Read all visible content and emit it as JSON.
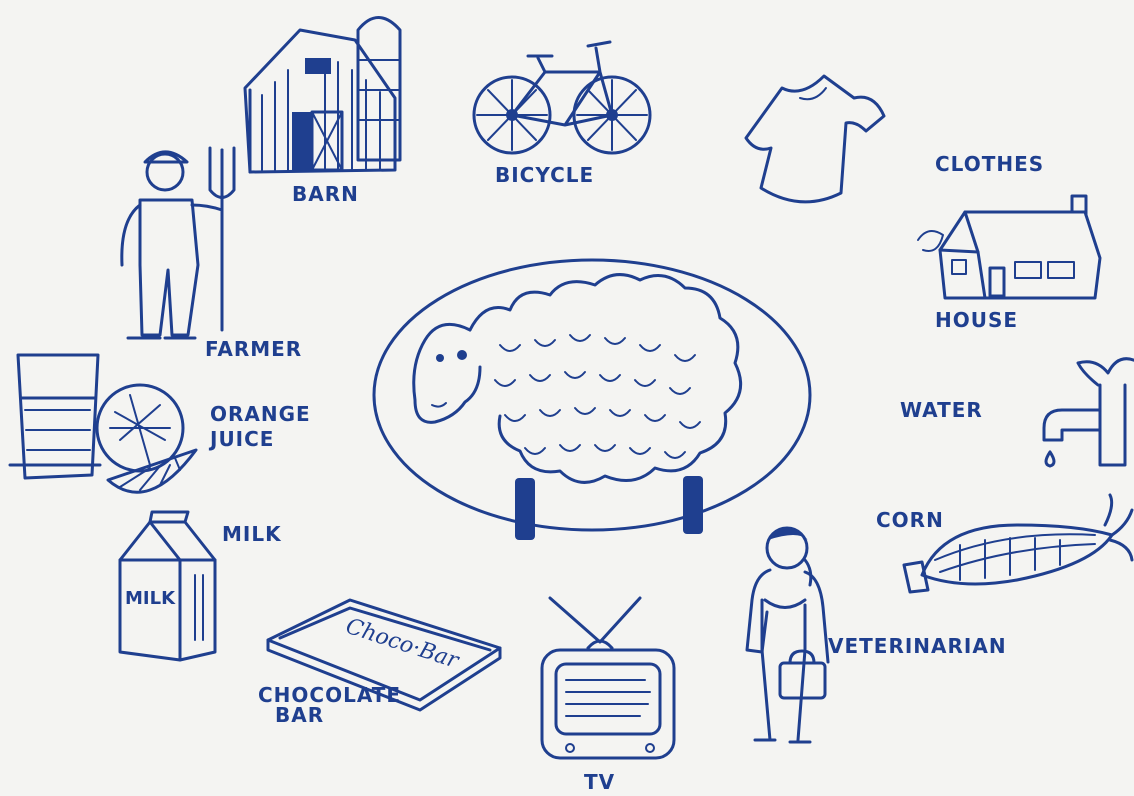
{
  "center": {
    "icon": "sheep-icon"
  },
  "items": {
    "barn": {
      "label": "BARN",
      "icon": "barn-icon"
    },
    "bicycle": {
      "label": "BICYCLE",
      "icon": "bicycle-icon"
    },
    "clothes": {
      "label": "CLOTHES",
      "icon": "tshirt-icon"
    },
    "house": {
      "label": "HOUSE",
      "icon": "house-icon"
    },
    "water": {
      "label": "WATER",
      "icon": "faucet-icon"
    },
    "corn": {
      "label": "CORN",
      "icon": "corn-icon"
    },
    "veterinarian": {
      "label": "VETERINARIAN",
      "icon": "veterinarian-icon"
    },
    "tv": {
      "label": "TV",
      "icon": "tv-icon"
    },
    "chocolate_bar": {
      "label_line1": "CHOCOLATE",
      "label_line2": "BAR",
      "wrapper_text": "Choco·Bar",
      "icon": "chocolate-bar-icon"
    },
    "milk": {
      "label": "MILK",
      "carton_text": "MILK",
      "icon": "milk-carton-icon"
    },
    "orange_juice": {
      "label_line1": "ORANGE",
      "label_line2": "JUICE",
      "icon": "orange-juice-icon"
    },
    "farmer": {
      "label": "FARMER",
      "icon": "farmer-icon"
    }
  },
  "colors": {
    "ink": "#1f3f8f",
    "paper": "#f4f4f2"
  }
}
